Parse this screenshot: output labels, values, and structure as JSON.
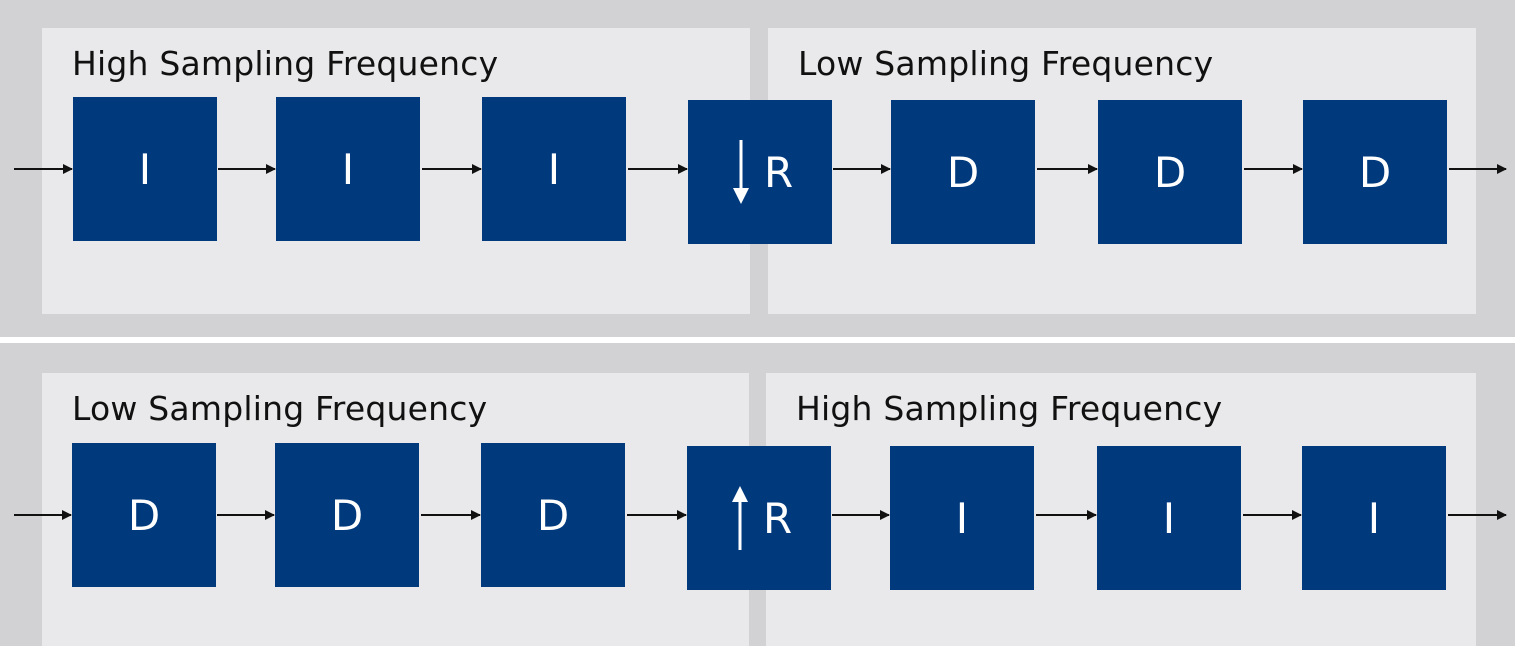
{
  "diagrams": [
    {
      "left_label": "High Sampling Frequency",
      "right_label": "Low Sampling Frequency",
      "blocks": [
        "I",
        "I",
        "I",
        "R",
        "D",
        "D",
        "D"
      ],
      "resampler_direction": "down"
    },
    {
      "left_label": "Low Sampling Frequency",
      "right_label": "High Sampling Frequency",
      "blocks": [
        "D",
        "D",
        "D",
        "R",
        "I",
        "I",
        "I"
      ],
      "resampler_direction": "up"
    }
  ],
  "colors": {
    "block": "#003a7d",
    "band": "#d2d2d4",
    "region": "#e9e9eb",
    "arrow": "#111111"
  },
  "icons": {
    "down_arrow": "arrow-down-icon",
    "up_arrow": "arrow-up-icon",
    "flow_arrow": "arrow-right-icon"
  }
}
